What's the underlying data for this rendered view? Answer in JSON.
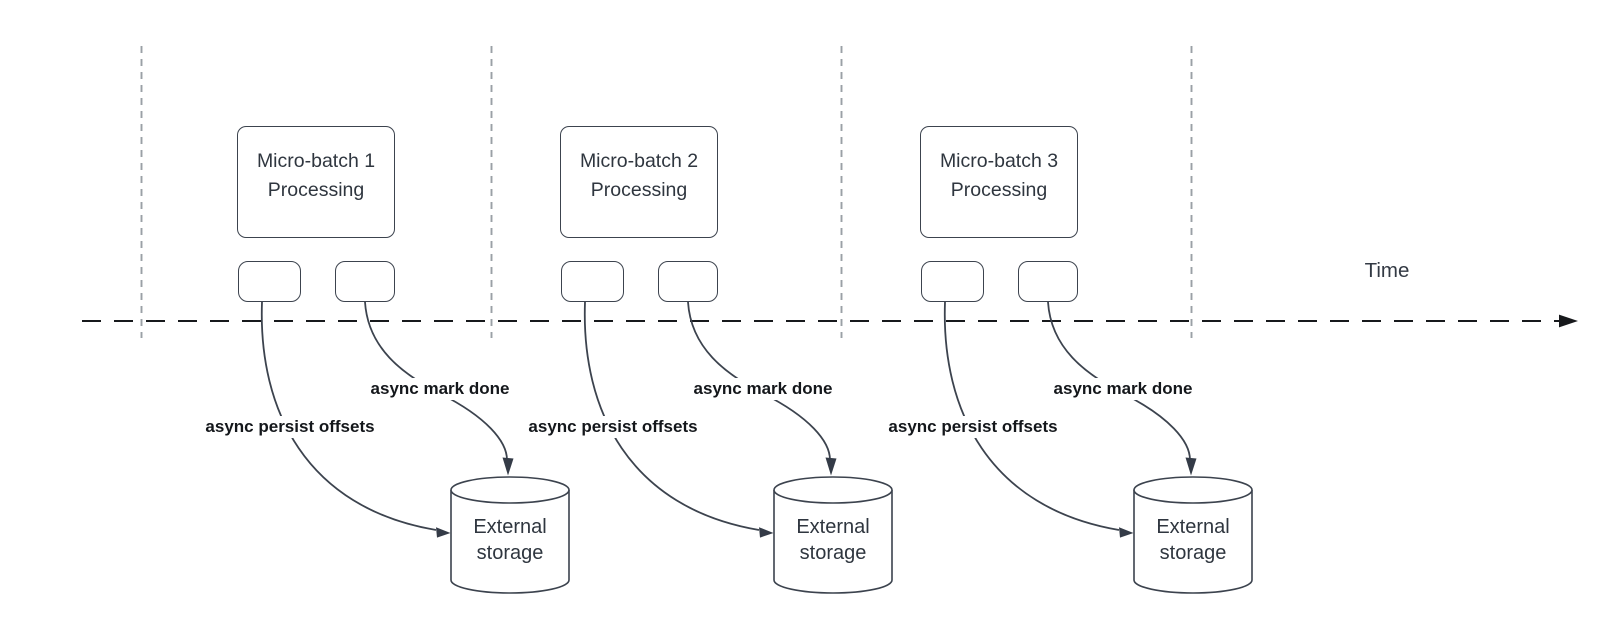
{
  "diagram": {
    "time_axis_label": "Time",
    "groups": [
      {
        "process_line1": "Micro-batch 1",
        "process_line2": "Processing",
        "persist_label": "async persist offsets",
        "mark_done_label": "async mark done",
        "storage_line1": "External",
        "storage_line2": "storage"
      },
      {
        "process_line1": "Micro-batch 2",
        "process_line2": "Processing",
        "persist_label": "async persist offsets",
        "mark_done_label": "async mark done",
        "storage_line1": "External",
        "storage_line2": "storage"
      },
      {
        "process_line1": "Micro-batch 3",
        "process_line2": "Processing",
        "persist_label": "async persist offsets",
        "mark_done_label": "async mark done",
        "storage_line1": "External",
        "storage_line2": "storage"
      }
    ],
    "colors": {
      "shape_stroke": "#3c434e",
      "timeline_color": "#17191c",
      "guide_line_color": "#9aa0a6",
      "shape_text": "#2f363f",
      "label_text": "#14171b",
      "background": "#ffffff"
    }
  }
}
